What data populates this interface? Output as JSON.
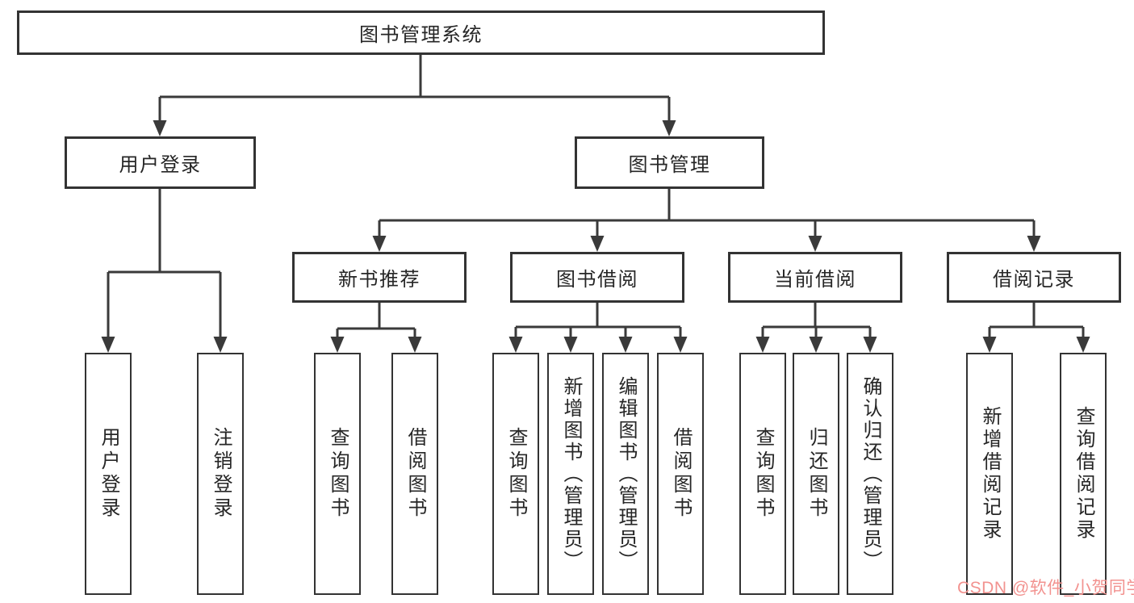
{
  "diagram": {
    "root": {
      "label": "图书管理系统"
    },
    "user_login": {
      "label": "用户登录",
      "children": [
        {
          "label": "用户登录"
        },
        {
          "label": "注销登录"
        }
      ]
    },
    "book_management": {
      "label": "图书管理",
      "groups": [
        {
          "label": "新书推荐",
          "children": [
            {
              "label": "查询图书"
            },
            {
              "label": "借阅图书"
            }
          ]
        },
        {
          "label": "图书借阅",
          "children": [
            {
              "label": "查询图书"
            },
            {
              "label": "新增图书（管理员）"
            },
            {
              "label": "编辑图书（管理员）"
            },
            {
              "label": "借阅图书"
            }
          ]
        },
        {
          "label": "当前借阅",
          "children": [
            {
              "label": "查询图书"
            },
            {
              "label": "归还图书"
            },
            {
              "label": "确认归还（管理员）"
            }
          ]
        },
        {
          "label": "借阅记录",
          "children": [
            {
              "label": "新增借阅记录"
            },
            {
              "label": "查询借阅记录"
            }
          ]
        }
      ]
    }
  },
  "watermark": {
    "text": "CSDN @软件_小贺同学",
    "color": "#f2928f"
  },
  "colors": {
    "line": "#3a3a3a",
    "box_border": "#333333",
    "box_background": "#ffffff",
    "text": "#262626"
  }
}
